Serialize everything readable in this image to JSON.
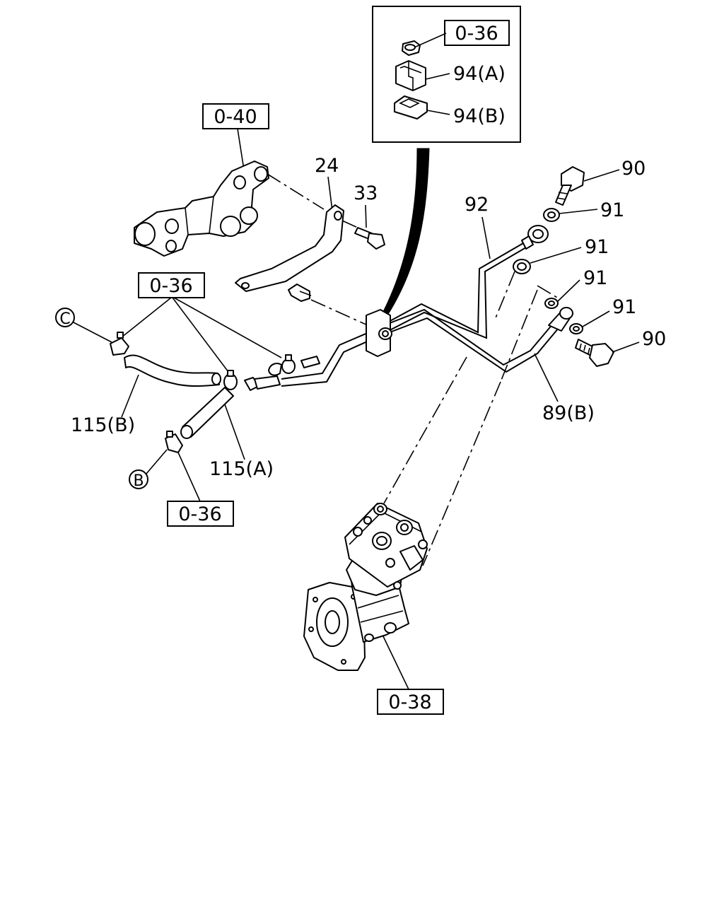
{
  "refs": {
    "inset": "0-36",
    "bracket": "0-40",
    "clamps": "0-36",
    "lower": "0-36",
    "compressor": "0-38"
  },
  "parts": {
    "clip_a": "94(A)",
    "clip_b": "94(B)",
    "p24": "24",
    "p33": "33",
    "p92": "92",
    "p90_top": "90",
    "p91_a": "91",
    "p91_b": "91",
    "p91_c": "91",
    "p91_d": "91",
    "p90_bot": "90",
    "p89b": "89(B)",
    "p115b": "115(B)",
    "p115a": "115(A)"
  },
  "circles": {
    "c": "C",
    "b": "B"
  }
}
